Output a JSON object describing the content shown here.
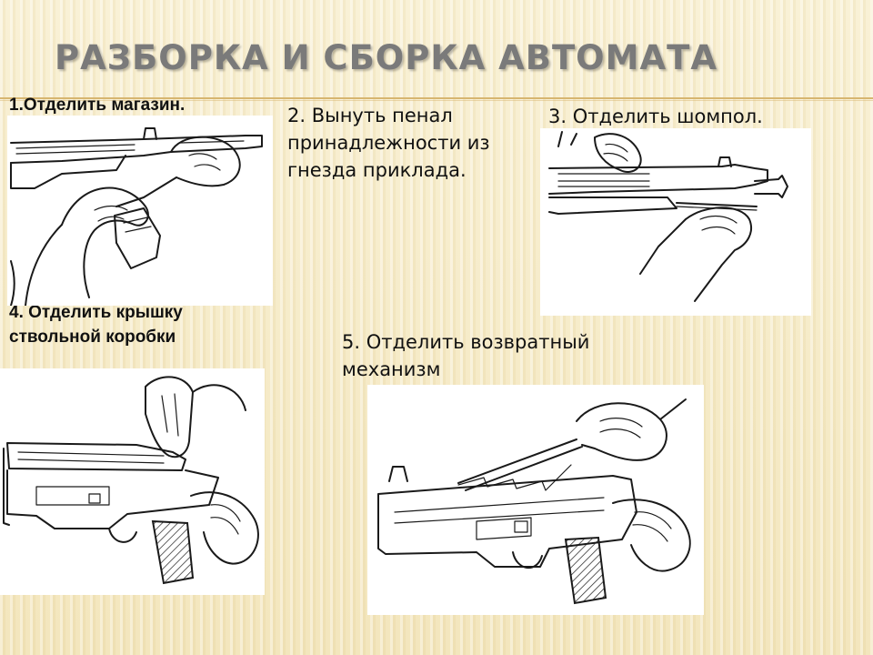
{
  "slide": {
    "title": "РАЗБОРКА И СБОРКА АВТОМАТА"
  },
  "steps": [
    {
      "label": "1.Отделить магазин."
    },
    {
      "label": "2. Вынуть пенал принадлежности из гнезда приклада."
    },
    {
      "label": "3. Отделить шомпол."
    },
    {
      "label": "4. Отделить крышку ствольной коробки"
    },
    {
      "label": "5. Отделить возвратный механизм"
    }
  ],
  "colors": {
    "background": "#f6ecc9",
    "title": "#7a7a7a",
    "rule": "#d7b670",
    "ink": "#1a1a1a"
  }
}
